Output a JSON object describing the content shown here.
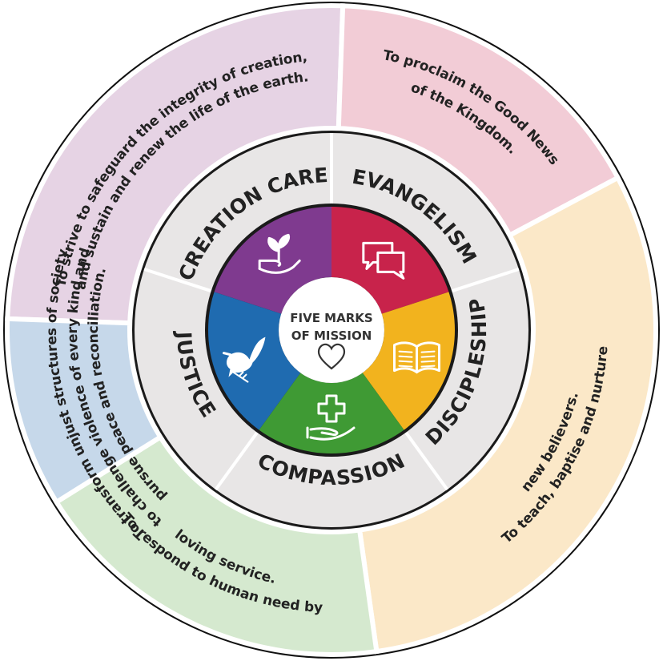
{
  "center": {
    "title_line1": "FIVE MARKS",
    "title_line2": "OF MISSION",
    "icon": "heart-icon"
  },
  "marks": [
    {
      "id": "creation-care",
      "name": "CREATION CARE",
      "description_lines": [
        "To strive to safeguard the integrity of creation,",
        "and sustain and renew the life of the earth."
      ],
      "icon": "plant-in-hand-icon",
      "outer_color": "#e6d3e4",
      "inner_color": "#7f3a8f"
    },
    {
      "id": "evangelism",
      "name": "EVANGELISM",
      "description_lines": [
        "To proclaim the Good News",
        "of the Kingdom."
      ],
      "icon": "speech-bubbles-icon",
      "outer_color": "#f2ccd6",
      "inner_color": "#c8234b"
    },
    {
      "id": "discipleship",
      "name": "DISCIPLESHIP",
      "description_lines": [
        "To teach, baptise and nurture",
        "new believers."
      ],
      "icon": "open-book-icon",
      "outer_color": "#fbe8c8",
      "inner_color": "#f2b31e"
    },
    {
      "id": "compassion",
      "name": "COMPASSION",
      "description_lines": [
        "To respond to human need by",
        "loving service."
      ],
      "icon": "medical-cross-hand-icon",
      "outer_color": "#d5e9cf",
      "inner_color": "#3f9a34"
    },
    {
      "id": "justice",
      "name": "JUSTICE",
      "description_lines": [
        "To transform unjust structures of society,",
        "to challenge violence of every kind and",
        "pursue peace and reconciliation."
      ],
      "icon": "dove-icon",
      "outer_color": "#c6d8ea",
      "inner_color": "#1f6bb0"
    }
  ]
}
